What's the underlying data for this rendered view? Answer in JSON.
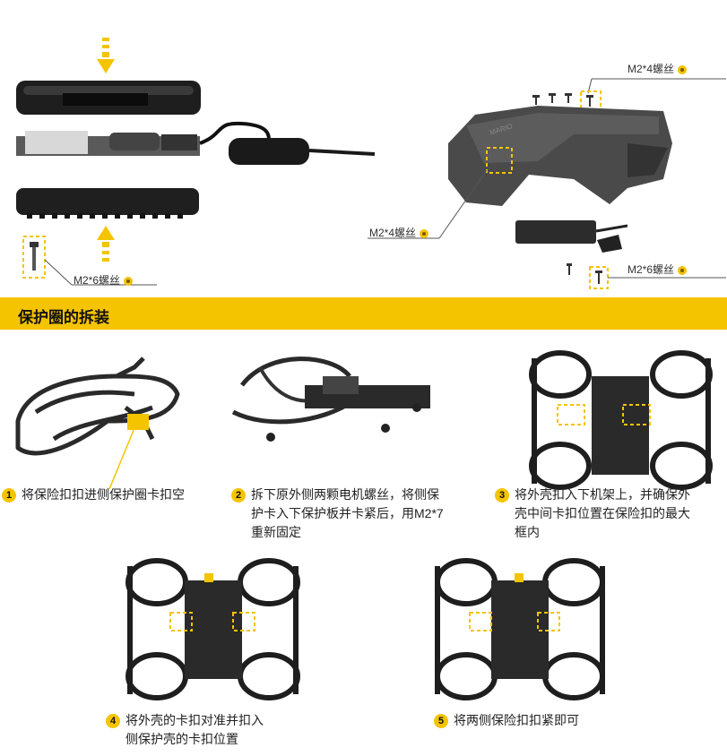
{
  "top_labels": {
    "left_screw": "M2*6螺丝",
    "right_top_screw": "M2*4螺丝",
    "right_mid_screw": "M2*4螺丝",
    "right_bottom_screw": "M2*6螺丝",
    "frame_brand": "MARIO"
  },
  "section": {
    "title": "保护圈的拆装"
  },
  "steps": [
    {
      "num": "1",
      "text": "将保险扣扣进侧保护圈卡扣空"
    },
    {
      "num": "2",
      "line1": "拆下原外侧两颗电机螺丝，将侧保",
      "line2": "护卡入下保护板并卡紧后，用M2*7",
      "line3": "重新固定"
    },
    {
      "num": "3",
      "line1": "将外壳扣入下机架上，并确保外",
      "line2": "壳中间卡扣位置在保险扣的最大",
      "line3": "框内"
    },
    {
      "num": "4",
      "line1": "将外壳的卡扣对准并扣入",
      "line2": "侧保护壳的卡扣位置"
    },
    {
      "num": "5",
      "text": "将两侧保险扣扣紧即可"
    }
  ],
  "colors": {
    "accent": "#f5c400",
    "dark": "#2a2a2a"
  },
  "icons": [
    "wrench-icon",
    "arrow-down-icon",
    "arrow-up-icon",
    "step-number-badge"
  ]
}
